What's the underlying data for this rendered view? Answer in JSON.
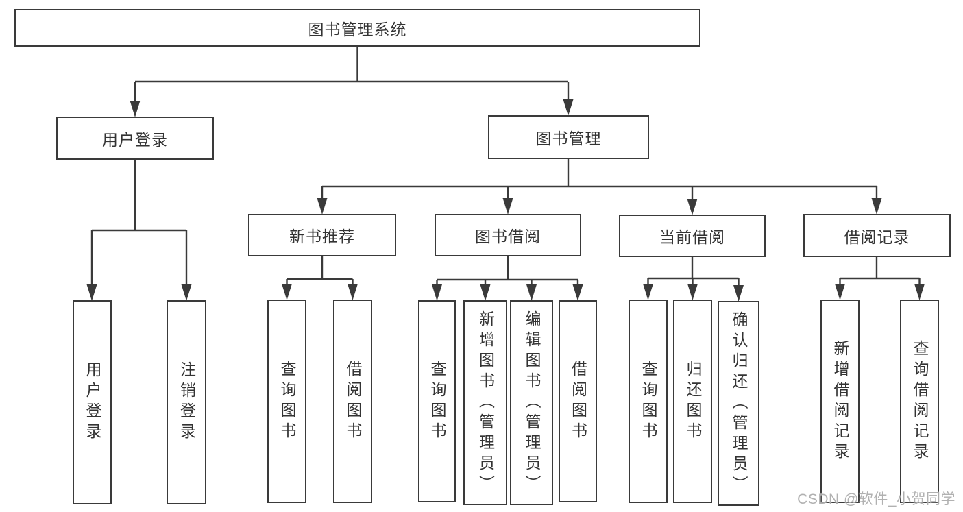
{
  "tree": {
    "label": "图书管理系统",
    "children": [
      {
        "label": "用户登录",
        "children": [
          {
            "label": "用户登录"
          },
          {
            "label": "注销登录"
          }
        ]
      },
      {
        "label": "图书管理",
        "children": [
          {
            "label": "新书推荐",
            "children": [
              {
                "label": "查询图书"
              },
              {
                "label": "借阅图书"
              }
            ]
          },
          {
            "label": "图书借阅",
            "children": [
              {
                "label": "查询图书"
              },
              {
                "label": "新增图书（管理员）"
              },
              {
                "label": "编辑图书（管理员）"
              },
              {
                "label": "借阅图书"
              }
            ]
          },
          {
            "label": "当前借阅",
            "children": [
              {
                "label": "查询图书"
              },
              {
                "label": "归还图书"
              },
              {
                "label": "确认归还（管理员）"
              }
            ]
          },
          {
            "label": "借阅记录",
            "children": [
              {
                "label": "新增借阅记录"
              },
              {
                "label": "查询借阅记录"
              }
            ]
          }
        ]
      }
    ]
  },
  "watermark": {
    "text": "CSDN @软件_小贺同学"
  },
  "colors": {
    "background": "#ffffff",
    "line": "#3a3a3a",
    "text": "#333333",
    "watermark": "#aaaaaa"
  }
}
